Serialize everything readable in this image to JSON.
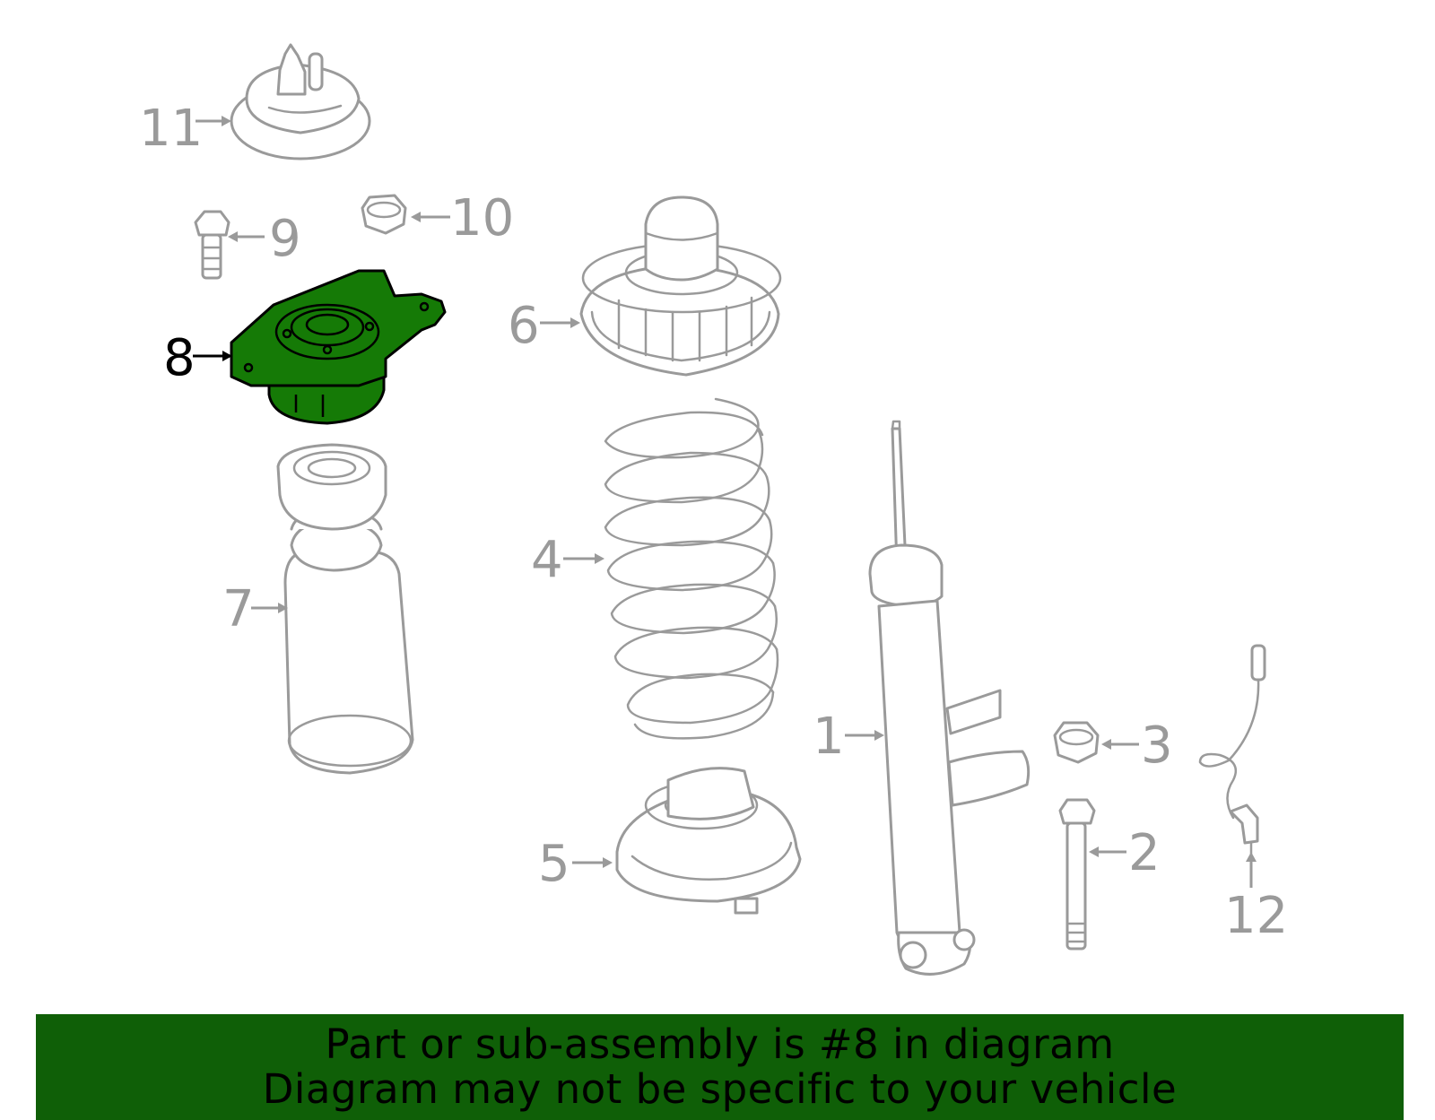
{
  "highlight_color": "#157a06",
  "banner_color": "#0f5f07",
  "callouts": {
    "c1": "1",
    "c2": "2",
    "c3": "3",
    "c4": "4",
    "c5": "5",
    "c6": "6",
    "c7": "7",
    "c8": "8",
    "c9": "9",
    "c10": "10",
    "c11": "11",
    "c12": "12"
  },
  "highlighted_part": "8",
  "banner": {
    "line1": "Part or sub-assembly is #8 in diagram",
    "line2": "Diagram may not be specific to your vehicle"
  }
}
